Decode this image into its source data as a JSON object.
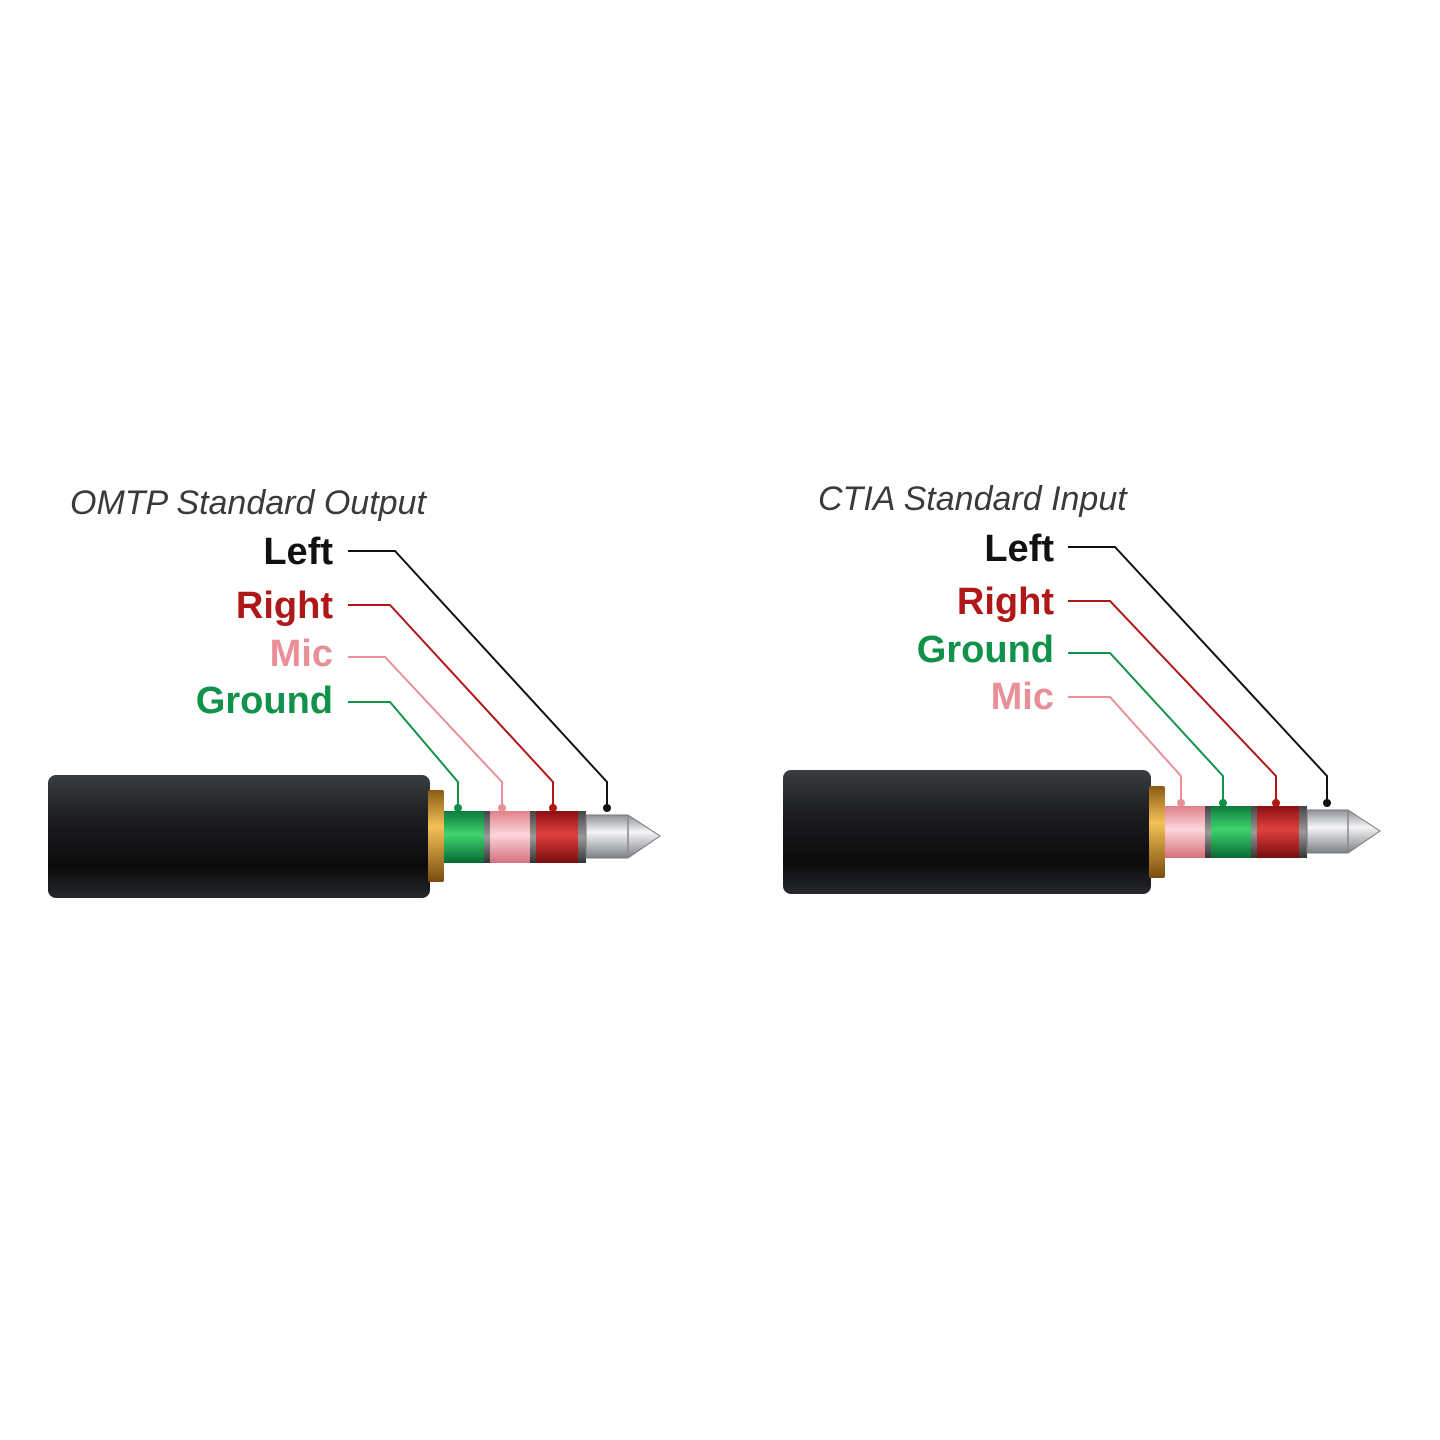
{
  "colors": {
    "left": "#111111",
    "right": "#b01717",
    "mic": "#e98f98",
    "ground": "#10924a",
    "sleeve": "#1a1a1a",
    "collar": "#d99a2b"
  },
  "omtp": {
    "title": "OMTP Standard Output",
    "labels": {
      "left": "Left",
      "right": "Right",
      "mic": "Mic",
      "ground": "Ground"
    }
  },
  "ctia": {
    "title": "CTIA Standard Input",
    "labels": {
      "left": "Left",
      "right": "Right",
      "ground": "Ground",
      "mic": "Mic"
    }
  }
}
